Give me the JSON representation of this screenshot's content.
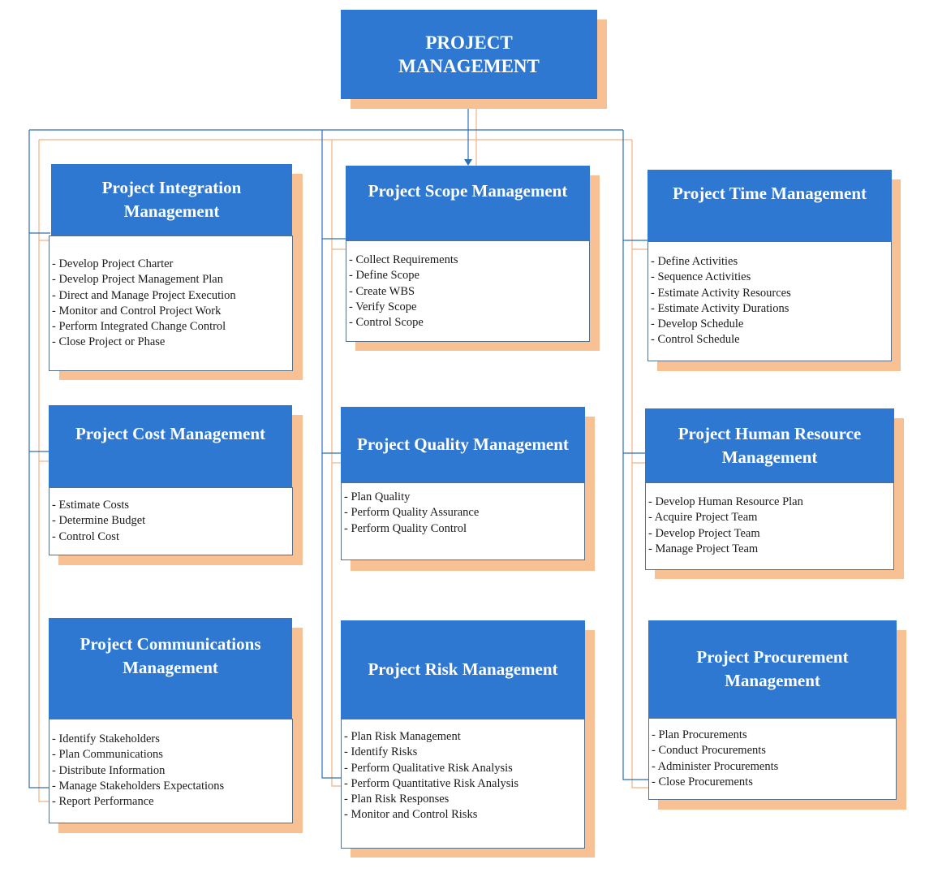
{
  "root": {
    "title_line1": "PROJECT",
    "title_line2": "MANAGEMENT"
  },
  "colors": {
    "header": "#2e78d2",
    "shadow": "#f8c194",
    "connector_blue": "#2e6fb5",
    "connector_orange": "#f4b183"
  },
  "areas": {
    "integration": {
      "title": [
        "Project Integration",
        "Management"
      ],
      "items": [
        "- Develop Project Charter",
        "- Develop Project Management Plan",
        "- Direct and Manage Project Execution",
        "- Monitor and Control Project Work",
        "- Perform Integrated Change Control",
        "- Close Project or Phase"
      ]
    },
    "scope": {
      "title": [
        "Project Scope Management"
      ],
      "items": [
        "- Collect Requirements",
        "- Define Scope",
        "- Create WBS",
        "- Verify Scope",
        "- Control Scope"
      ]
    },
    "time": {
      "title": [
        "Project Time Management"
      ],
      "items": [
        "- Define Activities",
        "- Sequence Activities",
        "- Estimate Activity Resources",
        "- Estimate Activity Durations",
        "- Develop Schedule",
        "- Control Schedule"
      ]
    },
    "cost": {
      "title": [
        "Project Cost Management"
      ],
      "items": [
        "- Estimate Costs",
        "- Determine Budget",
        "- Control Cost"
      ]
    },
    "quality": {
      "title": [
        "Project Quality Management"
      ],
      "items": [
        "- Plan Quality",
        "- Perform Quality Assurance",
        "- Perform Quality Control"
      ]
    },
    "hr": {
      "title": [
        "Project Human Resource",
        "Management"
      ],
      "items": [
        "- Develop Human Resource Plan",
        "- Acquire Project Team",
        "- Develop Project Team",
        "- Manage Project Team"
      ]
    },
    "communications": {
      "title": [
        "Project Communications",
        "Management"
      ],
      "items": [
        "-  Identify Stakeholders",
        "- Plan Communications",
        "- Distribute Information",
        "- Manage Stakeholders Expectations",
        "- Report Performance"
      ]
    },
    "risk": {
      "title": [
        "Project Risk Management"
      ],
      "items": [
        "- Plan Risk Management",
        "- Identify Risks",
        "- Perform Qualitative Risk Analysis",
        "- Perform Quantitative Risk Analysis",
        "- Plan Risk Responses",
        "- Monitor and Control Risks"
      ]
    },
    "procurement": {
      "title": [
        "Project Procurement",
        "Management"
      ],
      "items": [
        "- Plan Procurements",
        "- Conduct Procurements",
        "- Administer Procurements",
        "- Close Procurements"
      ]
    }
  }
}
